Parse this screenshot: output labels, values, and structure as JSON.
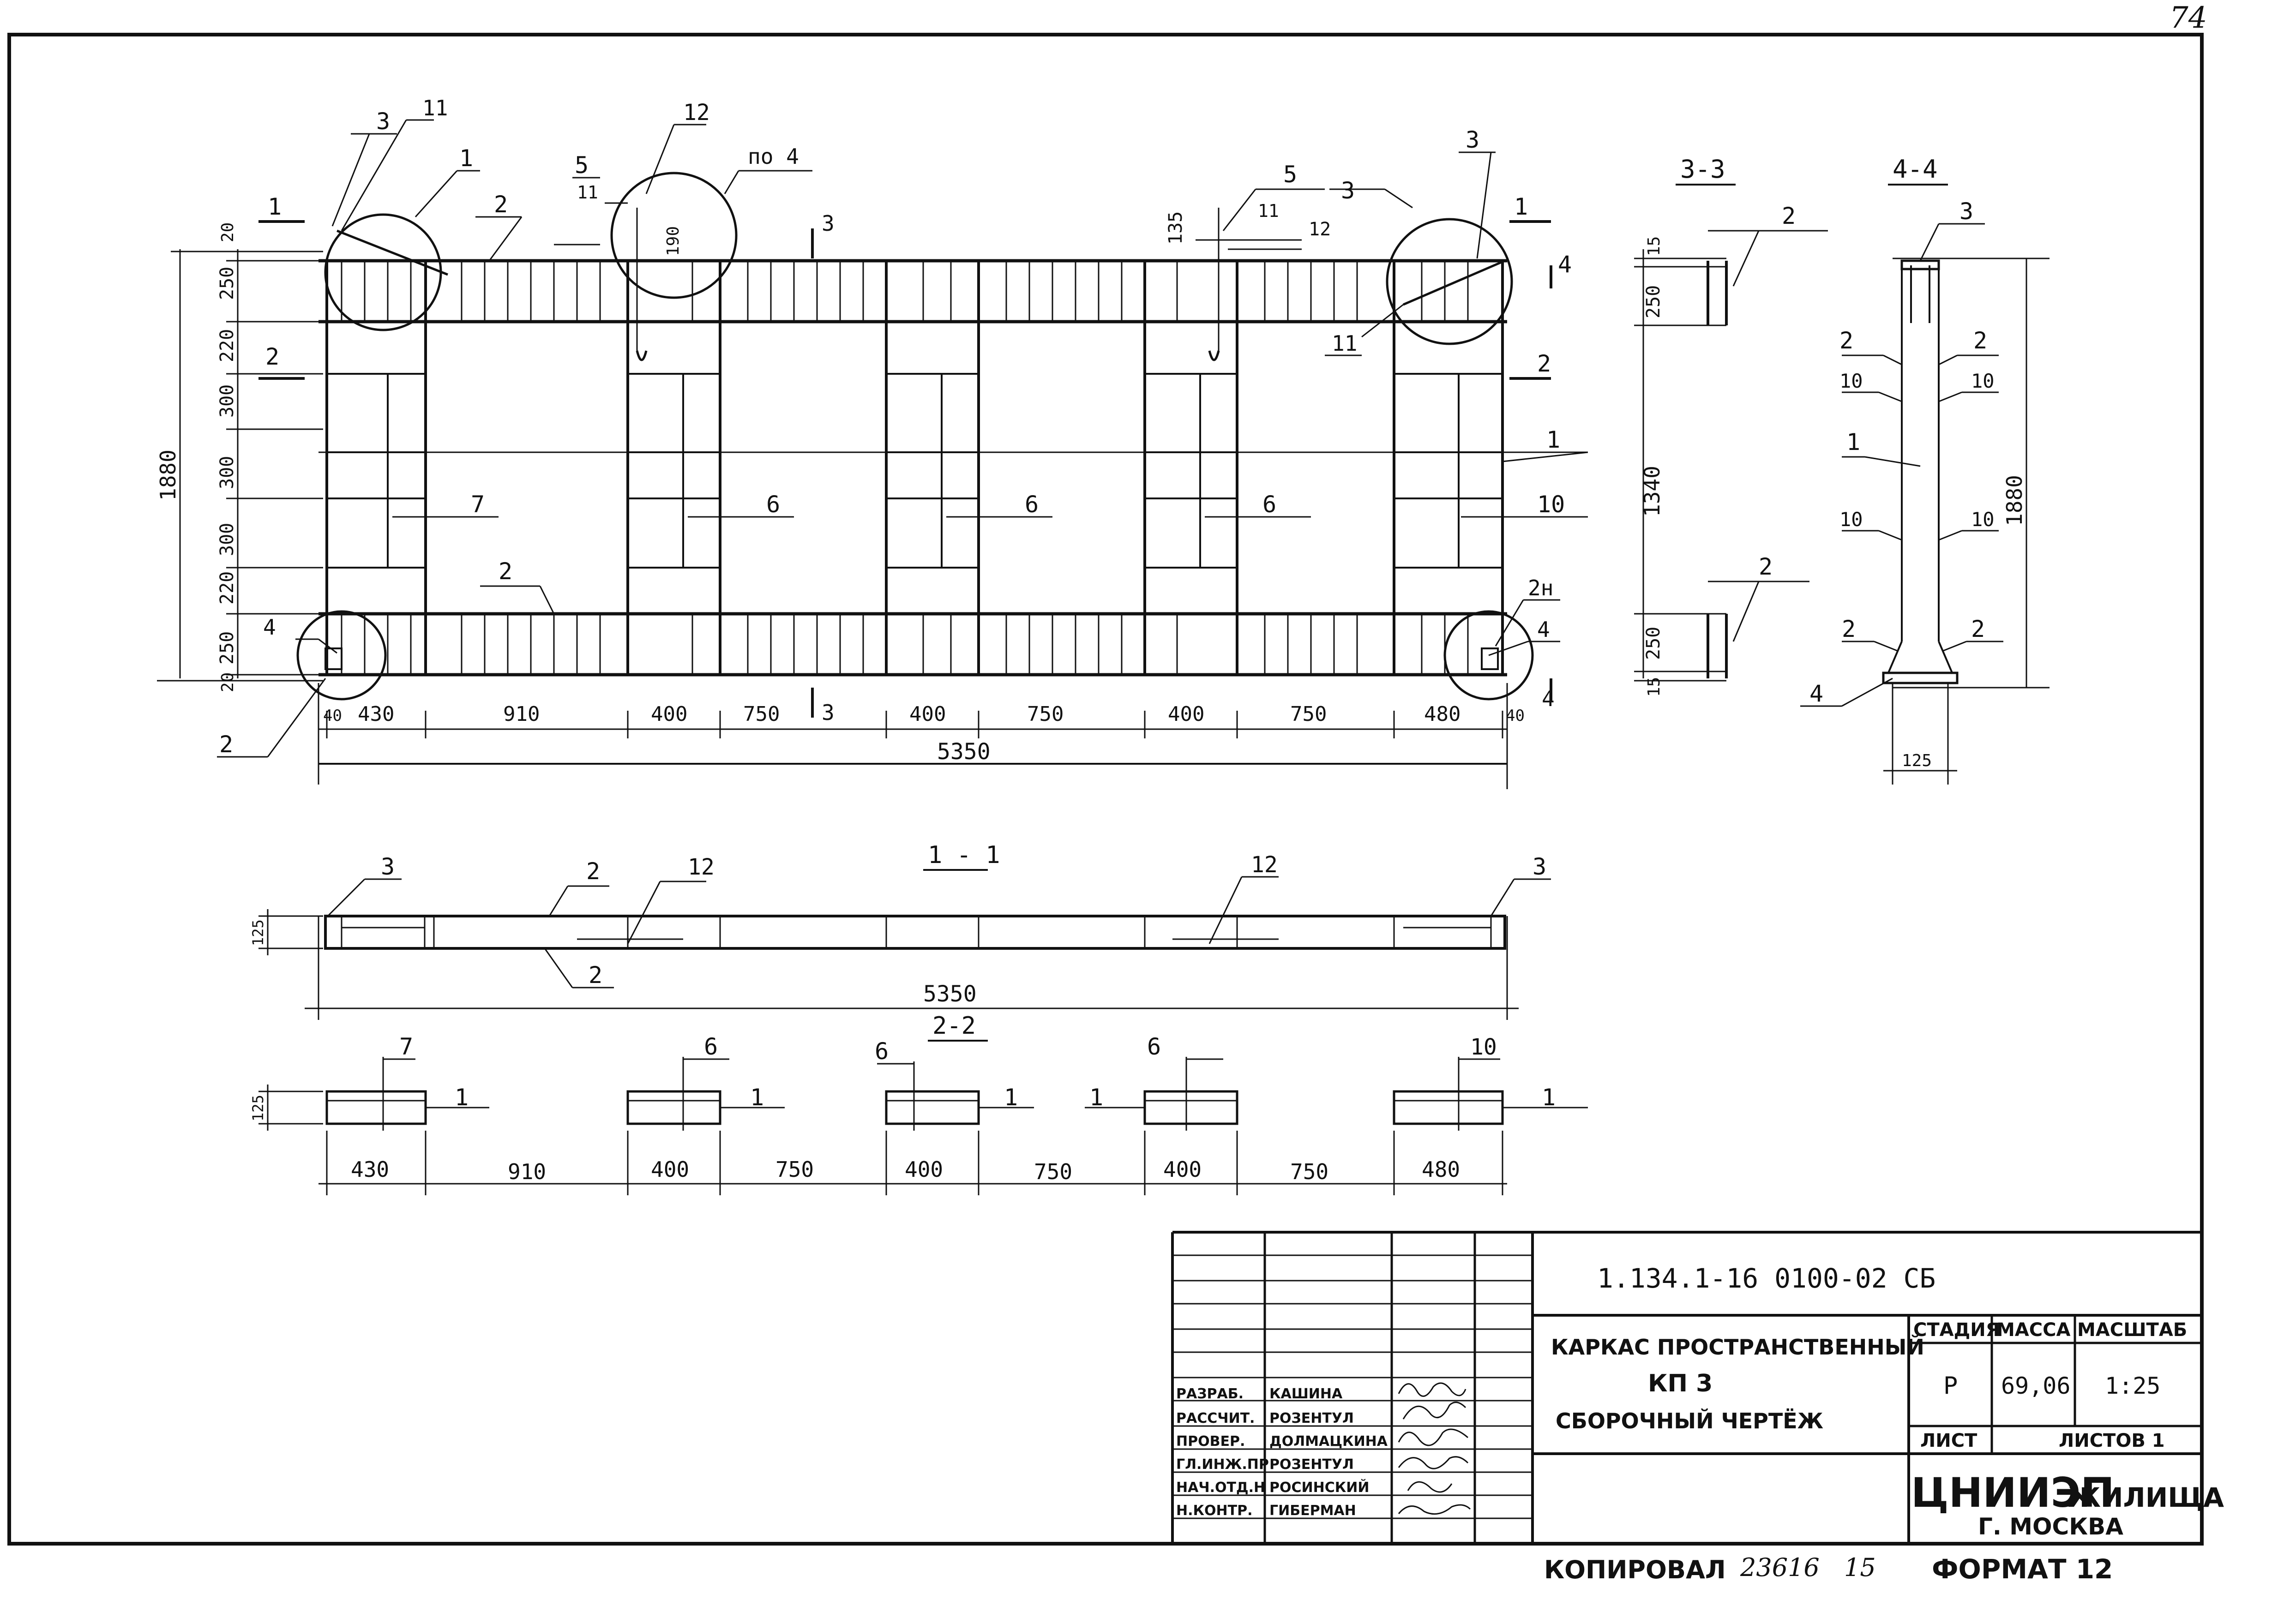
{
  "sheet": {
    "page_number": "74",
    "copied_label": "КОПИРОВАЛ",
    "copied_number": "23616",
    "copied_index": "15",
    "format_label": "ФОРМАТ 12"
  },
  "main_view": {
    "overall_length": "5350",
    "overall_height": "1880",
    "bottom_dims": [
      "40",
      "430",
      "910",
      "400",
      "750",
      "400",
      "750",
      "400",
      "750",
      "480",
      "40"
    ],
    "left_dims": [
      "20",
      "250",
      "220",
      "300",
      "300",
      "300",
      "220",
      "250",
      "20"
    ],
    "callouts": {
      "c3a": "3",
      "c11a": "11",
      "c1a": "1",
      "c12": "12",
      "c_po4": "по 4",
      "c5a": "5",
      "c2a": "2",
      "c11b": "11",
      "c190": "190",
      "c3sec": "3",
      "c135": "135",
      "c5b": "5",
      "c11c": "11",
      "c12b": "12",
      "c3b": "3",
      "c3c": "3",
      "c1sec_l": "1",
      "c1sec_r": "1",
      "c4sec_r": "4",
      "c2sec_l": "2",
      "c2sec_r": "2",
      "c11d": "11",
      "c1b": "1",
      "c7": "7",
      "c6a": "6",
      "c6b": "6",
      "c6c": "6",
      "c10": "10",
      "c2b": "2",
      "c4a": "4",
      "c4b": "4",
      "c2n": "2н",
      "c2c": "2",
      "c3sec_b": "3",
      "c4sec_b": "4"
    }
  },
  "section_33": {
    "title": "3-3",
    "dims": [
      "15",
      "250",
      "1340",
      "250",
      "15"
    ],
    "callouts": [
      "2",
      "2"
    ]
  },
  "section_44": {
    "title": "4-4",
    "height": "1880",
    "width": "125",
    "callouts": [
      "3",
      "2",
      "2",
      "10",
      "10",
      "1",
      "10",
      "10",
      "2",
      "2",
      "4"
    ]
  },
  "section_11": {
    "title": "1 - 1",
    "length": "5350",
    "depth": "125",
    "callouts": [
      "3",
      "2",
      "12",
      "12",
      "3",
      "2"
    ]
  },
  "section_22": {
    "title": "2-2",
    "depth": "125",
    "dims": [
      "430",
      "910",
      "400",
      "750",
      "400",
      "750",
      "400",
      "750",
      "480"
    ],
    "callouts": [
      "7",
      "1",
      "6",
      "1",
      "6",
      "1",
      "1",
      "6",
      "10",
      "1"
    ]
  },
  "title_block": {
    "doc_code": "1.134.1-16 0100-02 СБ",
    "title_line1": "КАРКАС ПРОСТРАНСТВЕННЫЙ",
    "title_line2": "КП 3",
    "title_line3": "СБОРОЧНЫЙ ЧЕРТЁЖ",
    "stage_label": "СТАДИЯ",
    "mass_label": "МАССА",
    "scale_label": "МАСШТАБ",
    "stage_value": "Р",
    "mass_value": "69,06",
    "scale_value": "1:25",
    "sheet_label": "ЛИСТ",
    "sheets_label": "ЛИСТОВ 1",
    "org_name": "ЦНИИЭП",
    "org_suffix": "ЖИЛИЩА",
    "org_city": "Г. МОСКВА",
    "signatures": [
      {
        "role": "РАЗРАБ.",
        "name": "КАШИНА"
      },
      {
        "role": "РАССЧИТ.",
        "name": "РОЗЕНТУЛ"
      },
      {
        "role": "ПРОВЕР.",
        "name": "ДОЛМАЦКИНА"
      },
      {
        "role": "ГЛ.ИНЖ.ПР",
        "name": "РОЗЕНТУЛ"
      },
      {
        "role": "НАЧ.ОТД.Н",
        "name": "РОСИНСКИЙ"
      },
      {
        "role": "Н.КОНТР.",
        "name": "ГИБЕРМАН"
      }
    ]
  }
}
